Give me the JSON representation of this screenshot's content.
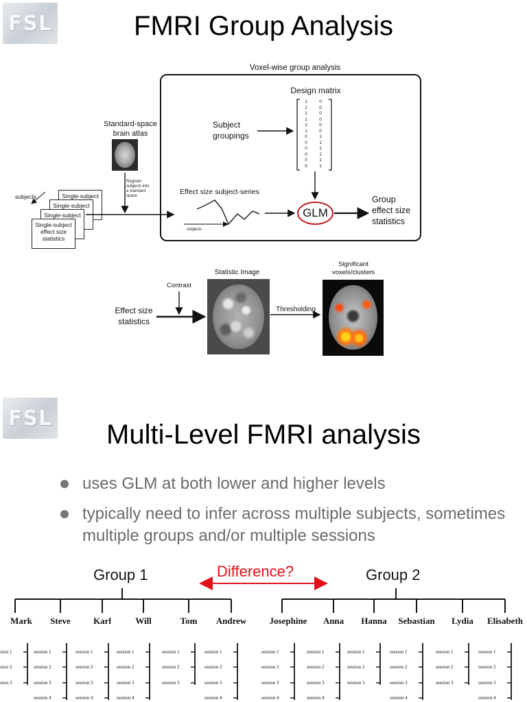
{
  "slide1": {
    "logo": "FSL",
    "title": "FMRI Group Analysis",
    "box_label": "Voxel-wise group analysis",
    "atlas_label_line1": "Standard-space",
    "atlas_label_line2": "brain atlas",
    "register_label": [
      "Register",
      "subjects into",
      "a standard",
      "space"
    ],
    "subjects_label": "subjects",
    "cards": [
      "Single-subject",
      "Single-subject",
      "Single-subject"
    ],
    "front_card": [
      "Single-subject",
      "effect size",
      "statistics"
    ],
    "design_matrix_label": "Design matrix",
    "design_matrix": {
      "col1": [
        "1",
        "1",
        "1",
        "1",
        "1",
        "1",
        "0",
        "0",
        "0",
        "0",
        "0",
        "0"
      ],
      "col2": [
        "0",
        "0",
        "0",
        "0",
        "0",
        "0",
        "1",
        "1",
        "1",
        "1",
        "1",
        "1"
      ]
    },
    "subject_groupings_line1": "Subject",
    "subject_groupings_line2": "groupings",
    "effect_series_label": "Effect size subject-series",
    "series_axis_label": "subjects",
    "glm_label": "GLM",
    "group_stats": [
      "Group",
      "effect size",
      "statistics"
    ],
    "contrast_label": "Contrast",
    "statistic_image_label": "Statistic Image",
    "significant_label_line1": "Significant",
    "significant_label_line2": "voxels/clusters",
    "effect_stats_line1": "Effect size",
    "effect_stats_line2": "statistics",
    "thresholding_label": "Thresholding"
  },
  "slide2": {
    "logo": "FSL",
    "title": "Multi-Level FMRI analysis",
    "bullets": [
      "uses GLM at both lower and higher levels",
      "typically need to infer across multiple subjects, sometimes multiple groups and/or multiple sessions"
    ],
    "group1": "Group 1",
    "group2": "Group 2",
    "difference": "Difference?",
    "colors": {
      "difference": "#e0101a",
      "glm_circle": "#c0141c"
    },
    "group1_subjects": [
      "Mark",
      "Steve",
      "Karl",
      "Will",
      "Tom",
      "Andrew"
    ],
    "group2_subjects": [
      "Josephine",
      "Anna",
      "Hanna",
      "Sebastian",
      "Lydia",
      "Elisabeth"
    ],
    "session_labels": [
      "session 1",
      "session 2",
      "session 3",
      "session 4"
    ]
  }
}
